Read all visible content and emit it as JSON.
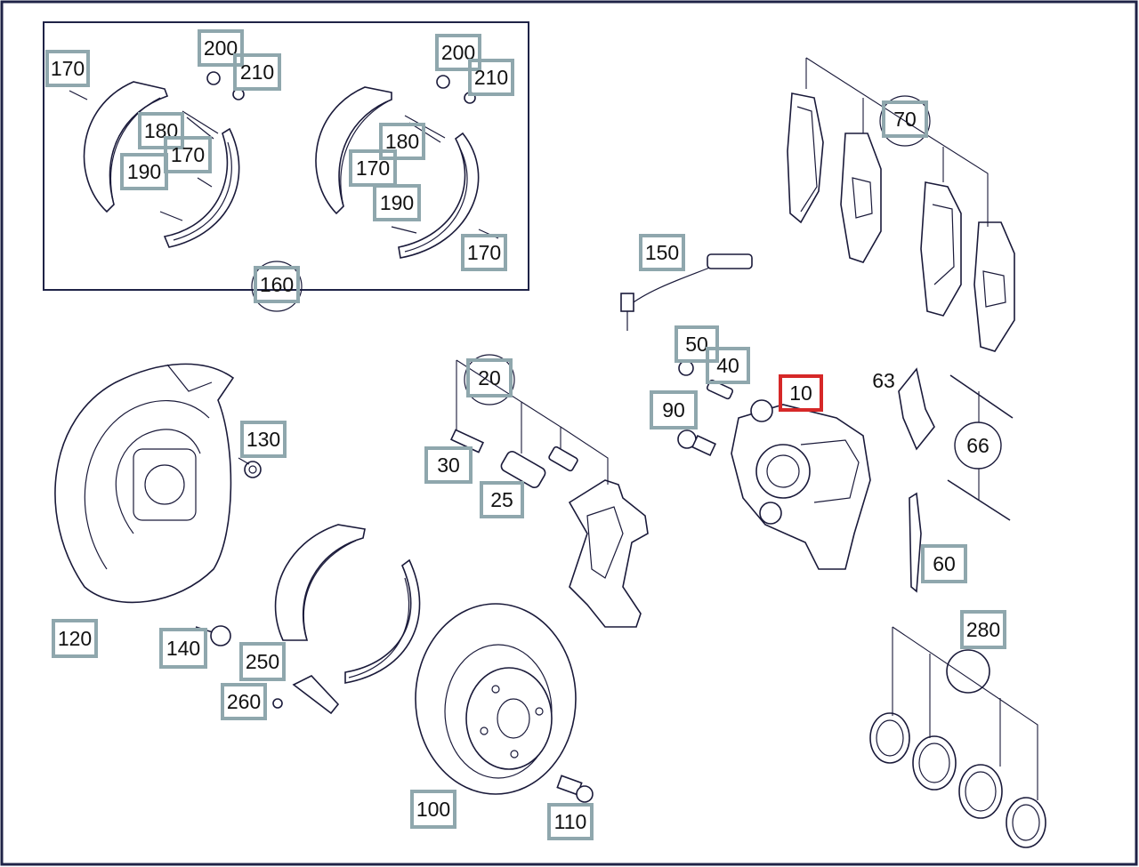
{
  "colors": {
    "frame": "#1f2347",
    "callout_box": "#8fa7ad",
    "highlight_box": "#d62828",
    "line_art": "#1a1a3a",
    "text": "#111111"
  },
  "callouts": [
    {
      "id": "c170a",
      "label": "170",
      "style": "box"
    },
    {
      "id": "c200a",
      "label": "200",
      "style": "box"
    },
    {
      "id": "c210a",
      "label": "210",
      "style": "box"
    },
    {
      "id": "c180a",
      "label": "180",
      "style": "box"
    },
    {
      "id": "c170b",
      "label": "170",
      "style": "box"
    },
    {
      "id": "c190a",
      "label": "190",
      "style": "box"
    },
    {
      "id": "c200b",
      "label": "200",
      "style": "box"
    },
    {
      "id": "c210b",
      "label": "210",
      "style": "box"
    },
    {
      "id": "c180b",
      "label": "180",
      "style": "box"
    },
    {
      "id": "c170c",
      "label": "170",
      "style": "box"
    },
    {
      "id": "c190b",
      "label": "190",
      "style": "box"
    },
    {
      "id": "c170d",
      "label": "170",
      "style": "box"
    },
    {
      "id": "c160",
      "label": "160",
      "style": "box-circle"
    },
    {
      "id": "c70",
      "label": "70",
      "style": "box-circle"
    },
    {
      "id": "c150",
      "label": "150",
      "style": "box"
    },
    {
      "id": "c50",
      "label": "50",
      "style": "box"
    },
    {
      "id": "c40",
      "label": "40",
      "style": "box"
    },
    {
      "id": "c10",
      "label": "10",
      "style": "highlight"
    },
    {
      "id": "c63",
      "label": "63",
      "style": "plain"
    },
    {
      "id": "c90",
      "label": "90",
      "style": "box"
    },
    {
      "id": "c20",
      "label": "20",
      "style": "box-circle"
    },
    {
      "id": "c130",
      "label": "130",
      "style": "box"
    },
    {
      "id": "c30",
      "label": "30",
      "style": "box"
    },
    {
      "id": "c25",
      "label": "25",
      "style": "box"
    },
    {
      "id": "c66",
      "label": "66",
      "style": "circle"
    },
    {
      "id": "c60",
      "label": "60",
      "style": "box"
    },
    {
      "id": "c120",
      "label": "120",
      "style": "box"
    },
    {
      "id": "c140",
      "label": "140",
      "style": "box"
    },
    {
      "id": "c250",
      "label": "250",
      "style": "box"
    },
    {
      "id": "c260",
      "label": "260",
      "style": "box"
    },
    {
      "id": "c280",
      "label": "280",
      "style": "box"
    },
    {
      "id": "c100",
      "label": "100",
      "style": "box"
    },
    {
      "id": "c110",
      "label": "110",
      "style": "box"
    }
  ]
}
